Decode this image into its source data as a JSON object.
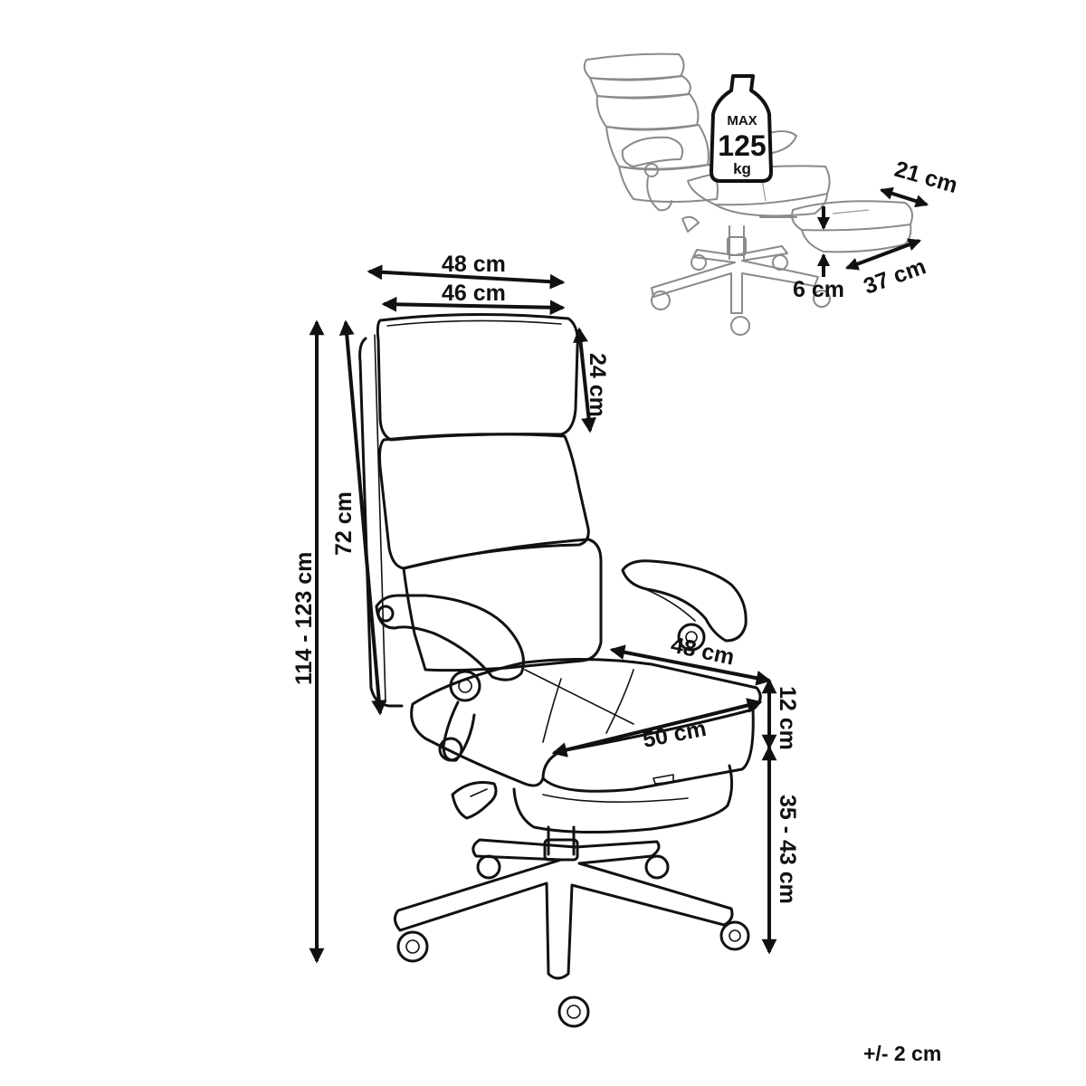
{
  "dimensions": {
    "back_width_outer": "48 cm",
    "back_width_inner": "46 cm",
    "headrest_height": "24 cm",
    "backrest_height": "72 cm",
    "total_height": "114 - 123 cm",
    "seat_depth_side": "48 cm",
    "seat_width": "50 cm",
    "seat_thickness": "12 cm",
    "seat_height": "35 - 43 cm",
    "footrest_depth": "21 cm",
    "footrest_width": "37 cm",
    "footrest_thickness": "6 cm"
  },
  "max_load": {
    "label": "MAX",
    "value": "125",
    "unit": "kg"
  },
  "tolerance": "+/- 2 cm"
}
